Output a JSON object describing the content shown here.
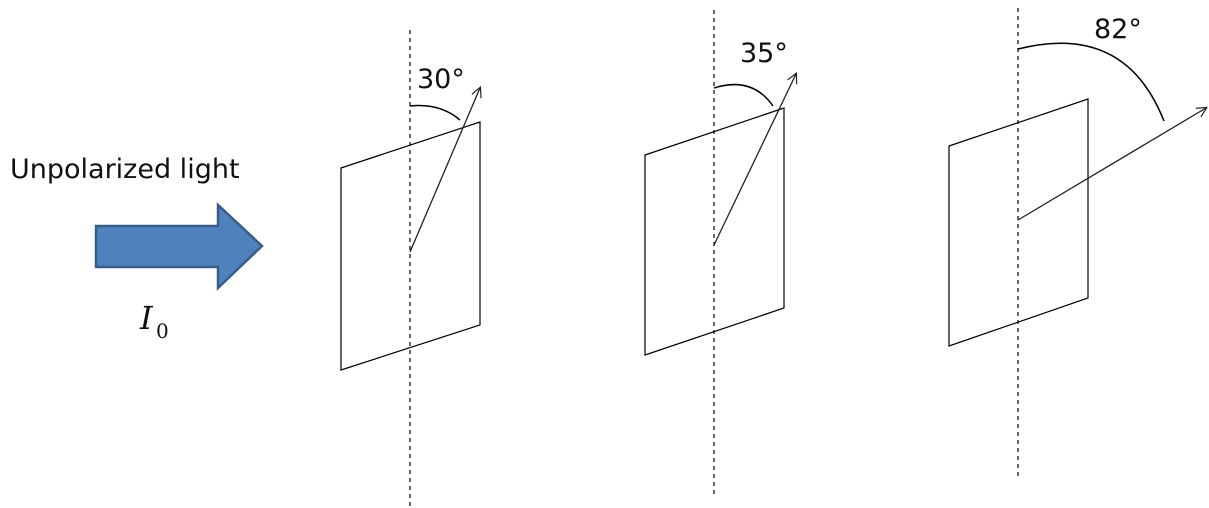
{
  "source": {
    "label": "Unpolarized light",
    "intensity_symbol": "I",
    "intensity_subscript": "0",
    "arrow_color": "#4f81bd",
    "arrow_outline": "#385d8a"
  },
  "polarizers": [
    {
      "angle_label": "30°"
    },
    {
      "angle_label": "35°"
    },
    {
      "angle_label": "82°"
    }
  ]
}
